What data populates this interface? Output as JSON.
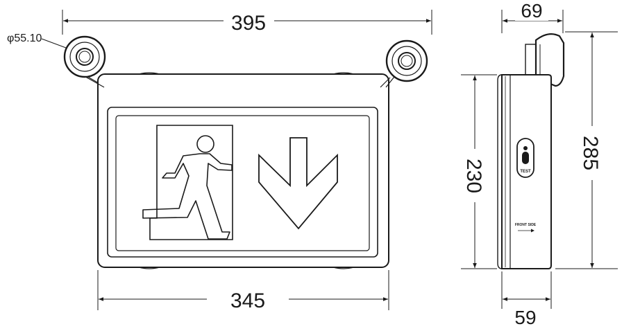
{
  "front_view": {
    "overall_width": "395",
    "housing_width": "345",
    "lamp_diameter": "φ55.10"
  },
  "side_view": {
    "depth_top": "69",
    "depth_bottom": "59",
    "body_height": "230",
    "overall_height": "285",
    "test_label": "TEST",
    "front_side_label": "FRONT SIDE"
  },
  "colors": {
    "line": "#1a1a1a",
    "background": "#ffffff"
  }
}
